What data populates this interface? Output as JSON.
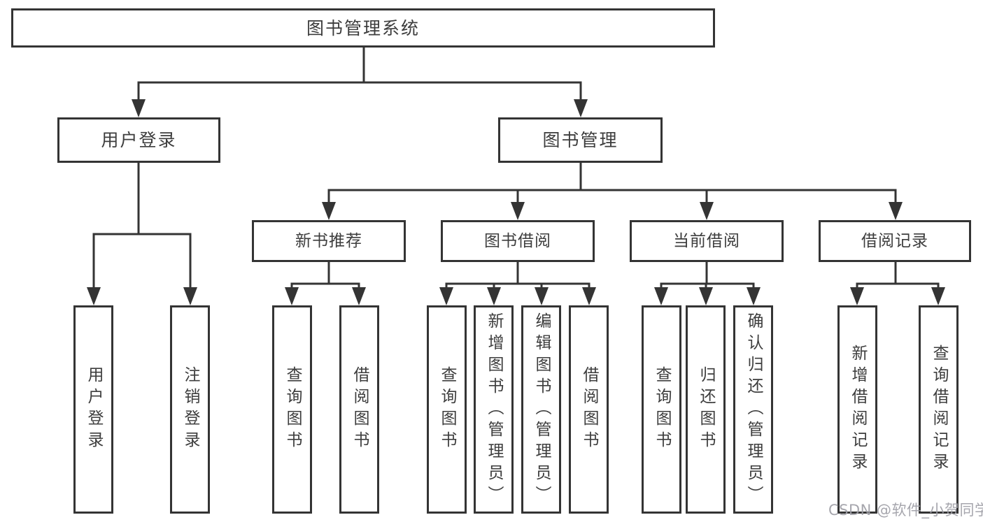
{
  "diagram": {
    "root": "图书管理系统",
    "level2": {
      "user_login": "用户登录",
      "book_mgmt": "图书管理"
    },
    "level3": {
      "new_book_rec": "新书推荐",
      "book_borrow": "图书借阅",
      "current_borrow": "当前借阅",
      "borrow_record": "借阅记录"
    },
    "leaves": {
      "user_login": "用户登录",
      "logout": "注销登录",
      "nb_query_book": "查询图书",
      "nb_borrow_book": "借阅图书",
      "bb_query_book": "查询图书",
      "bb_add_book": "新增图书（管理员）",
      "bb_edit_book": "编辑图书（管理员）",
      "bb_borrow_book": "借阅图书",
      "cb_query_book": "查询图书",
      "cb_return_book": "归还图书",
      "cb_confirm_return": "确认归还（管理员）",
      "br_add_record": "新增借阅记录",
      "br_query_record": "查询借阅记录"
    }
  },
  "watermark": "CSDN @软件_小贺同学",
  "colors": {
    "line": "#343434",
    "box_border": "#343434",
    "box_bg": "#ffffff",
    "text": "#3d3d3d",
    "watermark": "#9e9ea6",
    "page_bg": "#ffffff"
  }
}
